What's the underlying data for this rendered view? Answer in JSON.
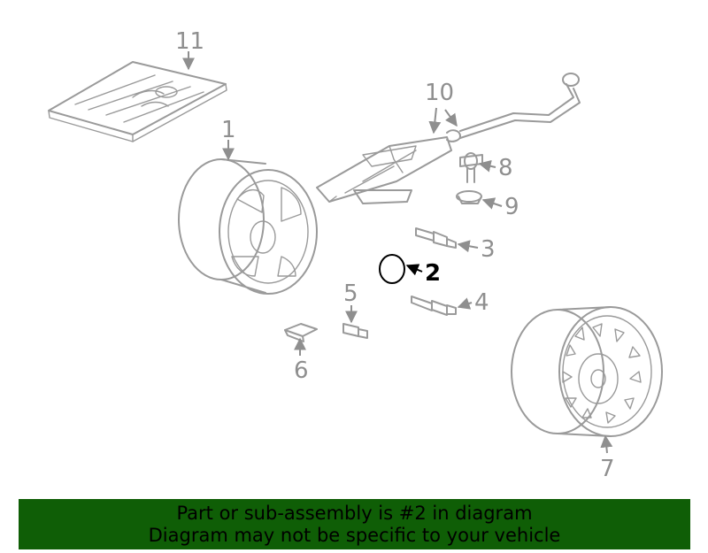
{
  "callouts": {
    "c1": "1",
    "c2": "2",
    "c3": "3",
    "c4": "4",
    "c5": "5",
    "c6": "6",
    "c7": "7",
    "c8": "8",
    "c9": "9",
    "c10": "10",
    "c11": "11"
  },
  "highlighted_part": "2",
  "banner": {
    "line1": "Part or sub-assembly is #2 in diagram",
    "line2": "Diagram may not be specific to your vehicle",
    "background": "#0f5e06"
  },
  "colors": {
    "part_stroke": "#9a9a9a",
    "label_gray": "#8f8f8f",
    "highlight": "#000000"
  }
}
